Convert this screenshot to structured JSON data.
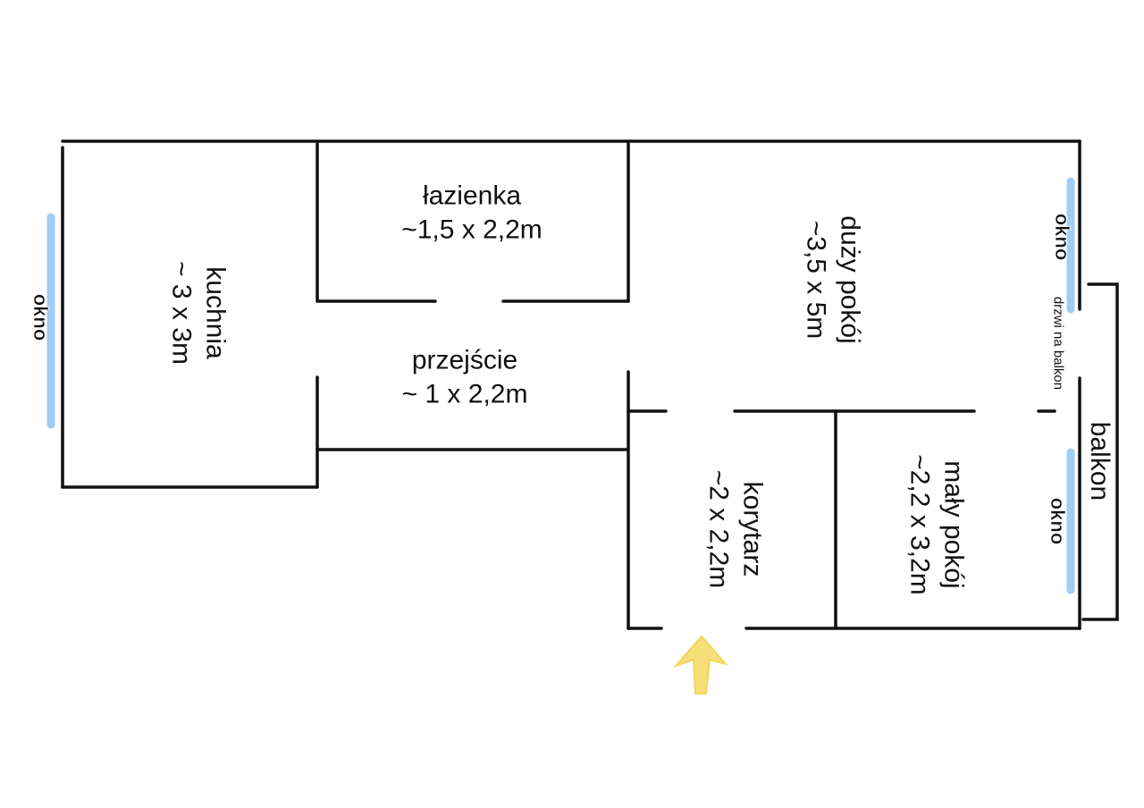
{
  "rooms": {
    "kitchen": {
      "name": "kuchnia",
      "size": "~ 3 x 3m"
    },
    "bathroom": {
      "name": "łazienka",
      "size": "~1,5 x 2,2m"
    },
    "passage": {
      "name": "przejście",
      "size": "~ 1 x 2,2m"
    },
    "living_room": {
      "name": "duży pokój",
      "size": "~3,5 x 5m"
    },
    "corridor": {
      "name": "korytarz",
      "size": "~2 x 2,2m"
    },
    "small_room": {
      "name": "mały pokój",
      "size": "~2,2 x 3,2m"
    },
    "balcony": {
      "name": "balkon"
    }
  },
  "labels": {
    "window_left": "okno",
    "window_right_top": "okno",
    "window_right_bottom": "okno",
    "balcony_door": "drzwi na balkon"
  },
  "colors": {
    "wall": "#111111",
    "window": "#9fcdf5",
    "entrance_arrow": "#f7e07a"
  }
}
